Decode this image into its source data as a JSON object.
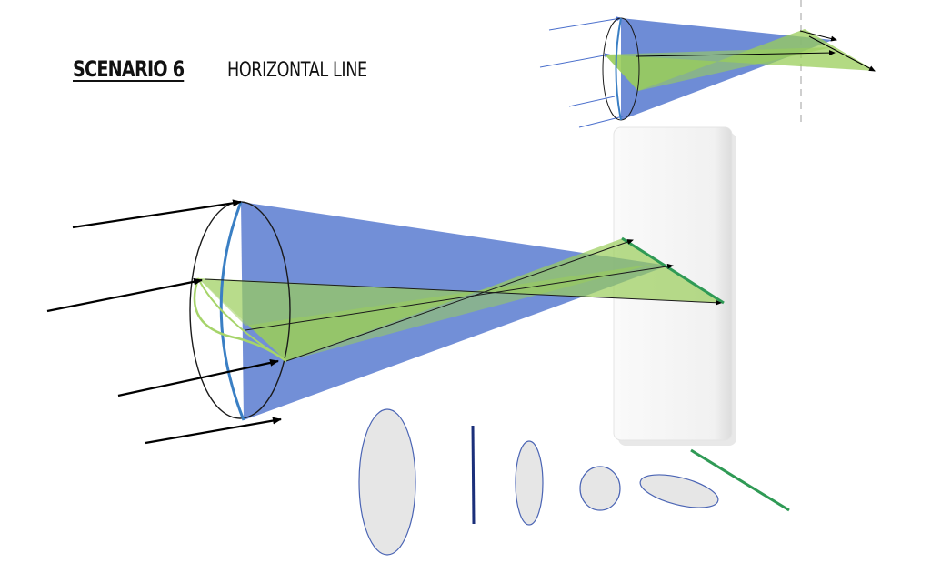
{
  "heading": {
    "title": "SCENARIO 6",
    "subtitle": "HORIZONTAL LINE"
  },
  "colors": {
    "blue_cone": "#4a6fcc",
    "green_cone": "#9acd5a",
    "lens_blue": "#3a7fc4",
    "lens_green": "#a6d46a",
    "arrow": "#000000",
    "screen": "#f4f4f4",
    "shape_fill": "#e6e6e6",
    "shape_stroke": "#4a64b4",
    "vertical_line": "#1b2f7a",
    "horizontal_line": "#2f9a55",
    "dashed_line": "#cccccc"
  },
  "icons": {
    "ellipse_1": "large-vertical-ellipse",
    "vertical_line": "vertical-line-segment",
    "ellipse_2": "medium-vertical-ellipse",
    "ellipse_3": "small-circle",
    "ellipse_4": "horizontal-ellipse",
    "green_line": "horizontal-line-segment"
  }
}
